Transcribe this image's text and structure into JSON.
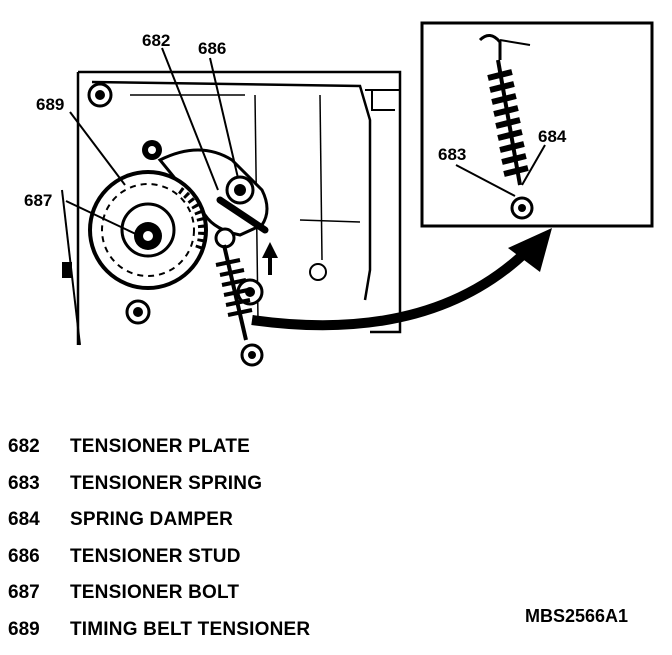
{
  "diagram": {
    "callouts": {
      "c682": "682",
      "c686": "686",
      "c689": "689",
      "c687": "687",
      "c683": "683",
      "c684": "684"
    }
  },
  "legend": [
    {
      "number": "682",
      "label": "TENSIONER PLATE"
    },
    {
      "number": "683",
      "label": "TENSIONER SPRING"
    },
    {
      "number": "684",
      "label": "SPRING DAMPER"
    },
    {
      "number": "686",
      "label": "TENSIONER STUD"
    },
    {
      "number": "687",
      "label": "TENSIONER BOLT"
    },
    {
      "number": "689",
      "label": "TIMING BELT TENSIONER"
    }
  ],
  "figure_code": "MBS2566A1"
}
